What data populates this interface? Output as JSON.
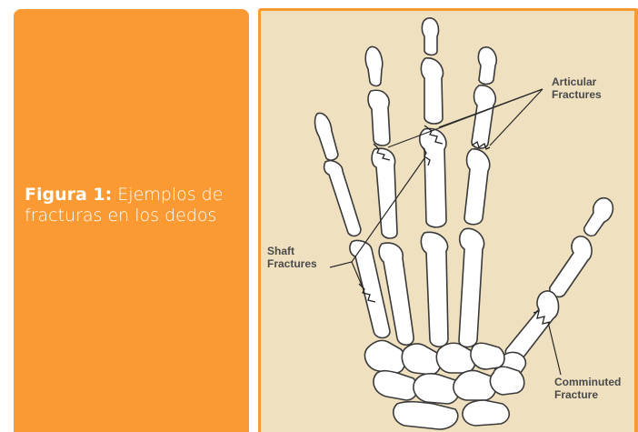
{
  "caption": {
    "label": "Figura 1:",
    "text": " Ejemplos de fracturas en los dedos"
  },
  "diagram": {
    "labels": {
      "articular_line1": "Articular",
      "articular_line2": "Fractures",
      "shaft_line1": "Shaft",
      "shaft_line2": "Fractures",
      "comminuted_line1": "Comminuted",
      "comminuted_line2": "Fracture"
    }
  },
  "colors": {
    "accent": "#fb9a32",
    "figure_background": "#efe1bf",
    "bone_fill": "#ffffff",
    "bone_stroke": "#3a3a3a"
  }
}
